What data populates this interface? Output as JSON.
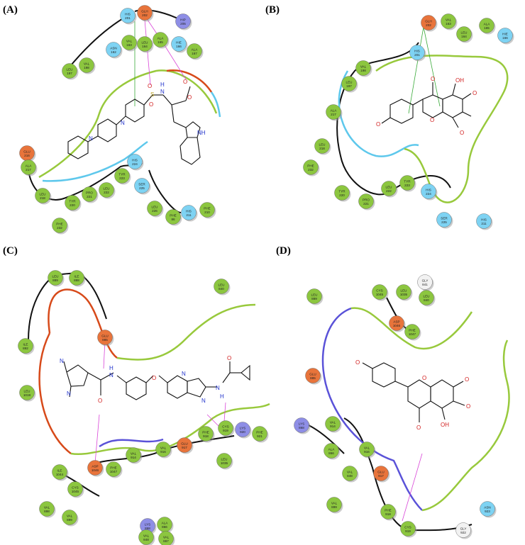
{
  "colors": {
    "hydrophobic": "#8cc63f",
    "polar": "#7ed3f3",
    "negative": "#e8743b",
    "positive": "#8e8ee6",
    "glycine": "#f2f2f2",
    "pocket_green": "#98c93c",
    "pocket_blue": "#5ec8ec",
    "pocket_red": "#d74a1a",
    "pocket_purple": "#5a52d8",
    "hbond": "#d946d8",
    "pi": "#3aaa3a",
    "bond": "#111111",
    "oxygen": "#d22222",
    "nitrogen": "#2233cc"
  },
  "panels": [
    {
      "id": "A",
      "label": "(A)",
      "residues": [
        {
          "name": "GLH",
          "num": "202",
          "type": "negative"
        },
        {
          "name": "HIP",
          "num": "205",
          "type": "positive"
        },
        {
          "name": "HIS",
          "num": "201",
          "type": "polar"
        },
        {
          "name": "VAL",
          "num": "163",
          "type": "hydrophobic"
        },
        {
          "name": "ASN",
          "num": "162",
          "type": "polar"
        },
        {
          "name": "LEU",
          "num": "164",
          "type": "hydrophobic"
        },
        {
          "name": "ALA",
          "num": "165",
          "type": "hydrophobic"
        },
        {
          "name": "HIE",
          "num": "166",
          "type": "polar"
        },
        {
          "name": "ALA",
          "num": "167",
          "type": "hydrophobic"
        },
        {
          "name": "VAL",
          "num": "198",
          "type": "hydrophobic"
        },
        {
          "name": "LEU",
          "num": "197",
          "type": "hydrophobic"
        },
        {
          "name": "GLU",
          "num": "216",
          "type": "negative"
        },
        {
          "name": "ALA",
          "num": "217",
          "type": "hydrophobic"
        },
        {
          "name": "LEU",
          "num": "218",
          "type": "hydrophobic"
        },
        {
          "name": "TYR",
          "num": "220",
          "type": "hydrophobic"
        },
        {
          "name": "PRO",
          "num": "221",
          "type": "hydrophobic"
        },
        {
          "name": "LEU",
          "num": "222",
          "type": "hydrophobic"
        },
        {
          "name": "TYR",
          "num": "223",
          "type": "hydrophobic"
        },
        {
          "name": "HIS",
          "num": "224",
          "type": "polar"
        },
        {
          "name": "SER",
          "num": "225",
          "type": "polar"
        },
        {
          "name": "LEU",
          "num": "226",
          "type": "hydrophobic"
        },
        {
          "name": "PHE",
          "num": "232",
          "type": "hydrophobic"
        },
        {
          "name": "PHE",
          "num": "86",
          "type": "hydrophobic"
        },
        {
          "name": "HIS",
          "num": "211",
          "type": "polar"
        },
        {
          "name": "PHE",
          "num": "210",
          "type": "hydrophobic"
        }
      ],
      "atoms": [
        "O",
        "S",
        "O",
        "N",
        "H",
        "O",
        "O",
        "N",
        "N",
        "NH"
      ]
    },
    {
      "id": "B",
      "label": "(B)",
      "residues": [
        {
          "name": "GLH",
          "num": "202",
          "type": "negative"
        },
        {
          "name": "VAL",
          "num": "163",
          "type": "hydrophobic"
        },
        {
          "name": "LEU",
          "num": "164",
          "type": "hydrophobic"
        },
        {
          "name": "ALA",
          "num": "165",
          "type": "hydrophobic"
        },
        {
          "name": "HIE",
          "num": "166",
          "type": "polar"
        },
        {
          "name": "HIS",
          "num": "201",
          "type": "polar"
        },
        {
          "name": "VAL",
          "num": "198",
          "type": "hydrophobic"
        },
        {
          "name": "LEU",
          "num": "197",
          "type": "hydrophobic"
        },
        {
          "name": "ALA",
          "num": "217",
          "type": "hydrophobic"
        },
        {
          "name": "LEU",
          "num": "218",
          "type": "hydrophobic"
        },
        {
          "name": "PHE",
          "num": "232",
          "type": "hydrophobic"
        },
        {
          "name": "TYR",
          "num": "220",
          "type": "hydrophobic"
        },
        {
          "name": "PRO",
          "num": "221",
          "type": "hydrophobic"
        },
        {
          "name": "LEU",
          "num": "222",
          "type": "hydrophobic"
        },
        {
          "name": "TYR",
          "num": "223",
          "type": "hydrophobic"
        },
        {
          "name": "HIS",
          "num": "224",
          "type": "polar"
        },
        {
          "name": "SER",
          "num": "225",
          "type": "polar"
        },
        {
          "name": "HIS",
          "num": "211",
          "type": "polar"
        }
      ],
      "atoms": [
        "O",
        "OH",
        "O",
        "O",
        "O",
        "O"
      ]
    },
    {
      "id": "C",
      "label": "(C)",
      "residues": [
        {
          "name": "LEU",
          "num": "889",
          "type": "hydrophobic"
        },
        {
          "name": "ILE",
          "num": "888",
          "type": "hydrophobic"
        },
        {
          "name": "LEU",
          "num": "840",
          "type": "hydrophobic"
        },
        {
          "name": "ILE",
          "num": "892",
          "type": "hydrophobic"
        },
        {
          "name": "GLU",
          "num": "885",
          "type": "negative"
        },
        {
          "name": "LEU",
          "num": "1019",
          "type": "hydrophobic"
        },
        {
          "name": "CYS",
          "num": "919",
          "type": "hydrophobic"
        },
        {
          "name": "LYS",
          "num": "920",
          "type": "positive"
        },
        {
          "name": "PHE",
          "num": "921",
          "type": "hydrophobic"
        },
        {
          "name": "PHE",
          "num": "918",
          "type": "hydrophobic"
        },
        {
          "name": "GLU",
          "num": "917",
          "type": "negative"
        },
        {
          "name": "VAL",
          "num": "916",
          "type": "hydrophobic"
        },
        {
          "name": "VAL",
          "num": "914",
          "type": "hydrophobic"
        },
        {
          "name": "LEU",
          "num": "1035",
          "type": "hydrophobic"
        },
        {
          "name": "ILE",
          "num": "1044",
          "type": "hydrophobic"
        },
        {
          "name": "CYS",
          "num": "1045",
          "type": "hydrophobic"
        },
        {
          "name": "ASP",
          "num": "1046",
          "type": "negative"
        },
        {
          "name": "PHE",
          "num": "1047",
          "type": "hydrophobic"
        },
        {
          "name": "VAL",
          "num": "898",
          "type": "hydrophobic"
        },
        {
          "name": "VAL",
          "num": "899",
          "type": "hydrophobic"
        },
        {
          "name": "LYS",
          "num": "868",
          "type": "positive"
        },
        {
          "name": "ALA",
          "num": "866",
          "type": "hydrophobic"
        },
        {
          "name": "VAL",
          "num": "867",
          "type": "hydrophobic"
        },
        {
          "name": "VAL",
          "num": "848",
          "type": "hydrophobic"
        }
      ],
      "atoms": [
        "N",
        "N",
        "N",
        "H",
        "O",
        "O",
        "N",
        "N",
        "N",
        "H",
        "O"
      ]
    },
    {
      "id": "D",
      "label": "(D)",
      "residues": [
        {
          "name": "LEU",
          "num": "889",
          "type": "hydrophobic"
        },
        {
          "name": "CYS",
          "num": "1045",
          "type": "hydrophobic"
        },
        {
          "name": "LEU",
          "num": "1035",
          "type": "hydrophobic"
        },
        {
          "name": "GLY",
          "num": "841",
          "type": "glycine"
        },
        {
          "name": "LEU",
          "num": "840",
          "type": "hydrophobic"
        },
        {
          "name": "ASP",
          "num": "1046",
          "type": "negative"
        },
        {
          "name": "PHE",
          "num": "1047",
          "type": "hydrophobic"
        },
        {
          "name": "GLU",
          "num": "885",
          "type": "negative"
        },
        {
          "name": "LYS",
          "num": "868",
          "type": "positive"
        },
        {
          "name": "VAL",
          "num": "914",
          "type": "hydrophobic"
        },
        {
          "name": "VAL",
          "num": "916",
          "type": "hydrophobic"
        },
        {
          "name": "ALA",
          "num": "866",
          "type": "hydrophobic"
        },
        {
          "name": "VAL",
          "num": "848",
          "type": "hydrophobic"
        },
        {
          "name": "GLU",
          "num": "917",
          "type": "negative"
        },
        {
          "name": "VAL",
          "num": "899",
          "type": "hydrophobic"
        },
        {
          "name": "PHE",
          "num": "918",
          "type": "hydrophobic"
        },
        {
          "name": "CYS",
          "num": "919",
          "type": "hydrophobic"
        },
        {
          "name": "GLY",
          "num": "922",
          "type": "glycine"
        },
        {
          "name": "ASN",
          "num": "923",
          "type": "polar"
        }
      ],
      "atoms": [
        "O",
        "O",
        "O",
        "O",
        "O",
        "OH"
      ]
    }
  ]
}
